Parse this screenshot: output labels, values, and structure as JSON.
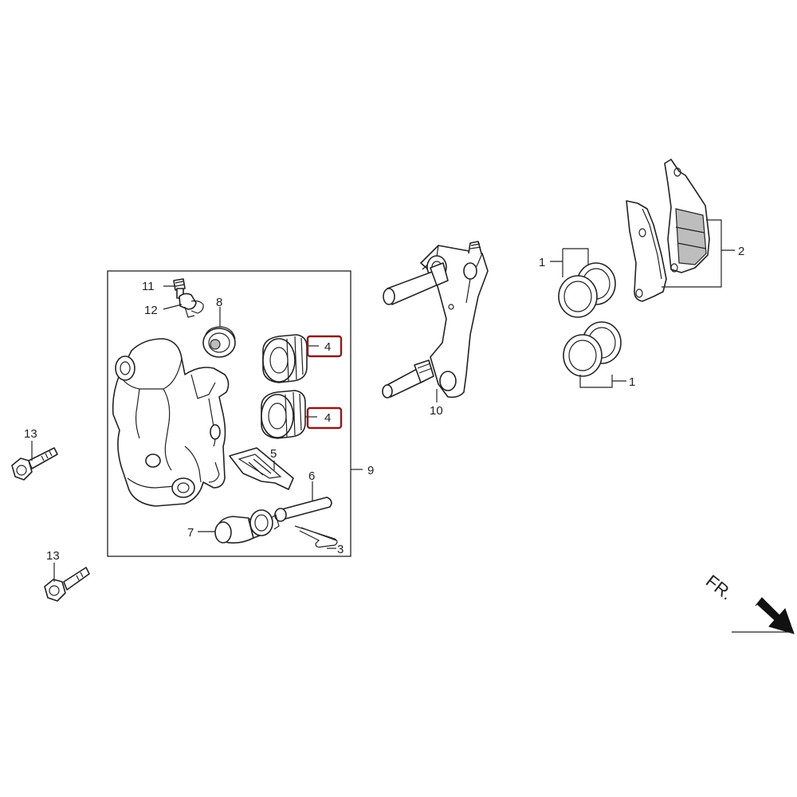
{
  "diagram": {
    "callouts": {
      "c1_top": "1",
      "c1_bottom": "1",
      "c2": "2",
      "c3": "3",
      "c4_top": "4",
      "c4_bottom": "4",
      "c5": "5",
      "c6": "6",
      "c7": "7",
      "c8": "8",
      "c9": "9",
      "c10": "10",
      "c11": "11",
      "c12": "12",
      "c13_top": "13",
      "c13_bottom": "13"
    },
    "direction_label": "FR.",
    "highlight_color": "#8b1a1a"
  }
}
